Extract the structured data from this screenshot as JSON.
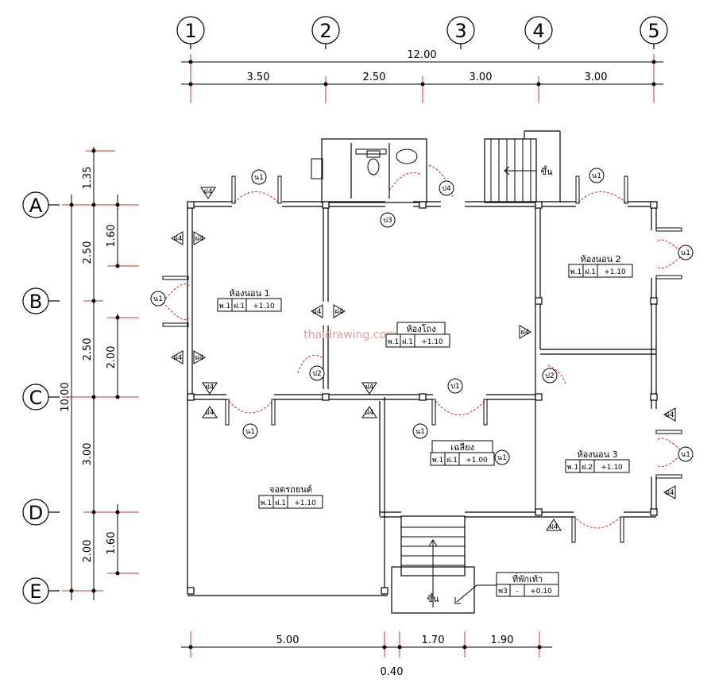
{
  "grid": {
    "columns": [
      "1",
      "2",
      "3",
      "4",
      "5"
    ],
    "rows": [
      "A",
      "B",
      "C",
      "D",
      "E"
    ]
  },
  "dimensions": {
    "top_total": "12.00",
    "top_segments": [
      "3.50",
      "2.50",
      "3.00",
      "3.00"
    ],
    "left_total": "10.00",
    "left_outer": [
      "1.35",
      "2.50",
      "2.50",
      "3.00",
      "2.00"
    ],
    "left_inner": [
      "1.60",
      "2.00",
      "1.60"
    ],
    "bottom_segments": [
      "5.00",
      "1.70",
      "1.90"
    ],
    "bottom_extra": "0.40"
  },
  "rooms": {
    "bedroom1": {
      "name": "ห้องนอน 1",
      "floor": "พ.1",
      "ceiling": "ฝ.1",
      "level": "+1.10"
    },
    "hall": {
      "name": "ห้องโถง",
      "floor": "พ.1",
      "ceiling": "ฝ.1",
      "level": "+1.10"
    },
    "bedroom2": {
      "name": "ห้องนอน 2",
      "floor": "พ.1",
      "ceiling": "ฝ.1",
      "level": "+1.10"
    },
    "bedroom3": {
      "name": "ห้องนอน 3",
      "floor": "พ.1",
      "ceiling": "ฝ.2",
      "level": "+1.10"
    },
    "dining": {
      "name": "เฉลียง",
      "floor": "พ.1",
      "ceiling": "ฝ.1",
      "level": "+1.00"
    },
    "garage": {
      "name": "จอดรถยนต์",
      "floor": "พ.1",
      "ceiling": "ฝ.1",
      "level": "+1.10"
    },
    "shoe": {
      "name": "ที่พักเท้า",
      "floor": "พ3",
      "ceiling": "-",
      "level": "+0.10"
    }
  },
  "stairs_label": "ขึ้น",
  "tags": {
    "door1": "ป1",
    "door2": "ป2",
    "door3": "ป3",
    "door4": "ป4",
    "window1": "น1",
    "window4": "ฝ4"
  },
  "watermark": "thaidrawing.com"
}
